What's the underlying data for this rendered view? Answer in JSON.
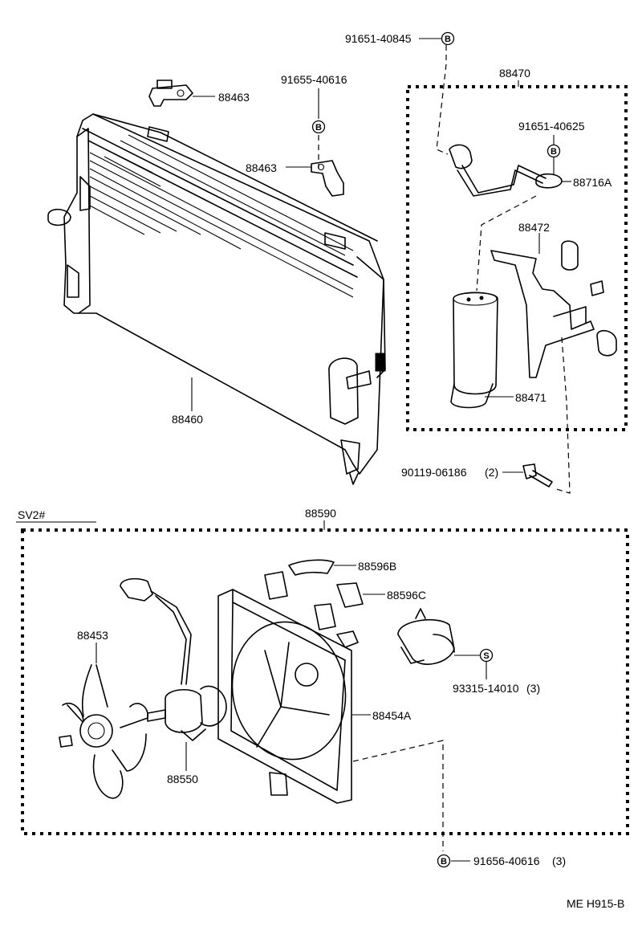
{
  "labels": {
    "bolt_top": "91651-40845",
    "assy_88470": "88470",
    "bracket_top": "88463",
    "bolt_mid": "91655-40616",
    "bracket_mid": "88463",
    "bolt_88716a": "91651-40625",
    "tube_88716a": "88716A",
    "bracket_88472": "88472",
    "receiver_88471": "88471",
    "condenser_88460": "88460",
    "bolt_90119": "90119-06186",
    "bolt_90119_qty": "(2)",
    "variant_sv2": "SV2#",
    "assy_88590": "88590",
    "seal_88596b": "88596B",
    "seal_88596c": "88596C",
    "fan_88453": "88453",
    "screw_93315": "93315-14010",
    "screw_93315_qty": "(3)",
    "shroud_88454a": "88454A",
    "motor_88550": "88550",
    "bolt_bottom": "91656-40616",
    "bolt_bottom_qty": "(3)",
    "drawing_ref": "ME H915-B"
  },
  "codes": {
    "b": "B",
    "s": "S"
  }
}
